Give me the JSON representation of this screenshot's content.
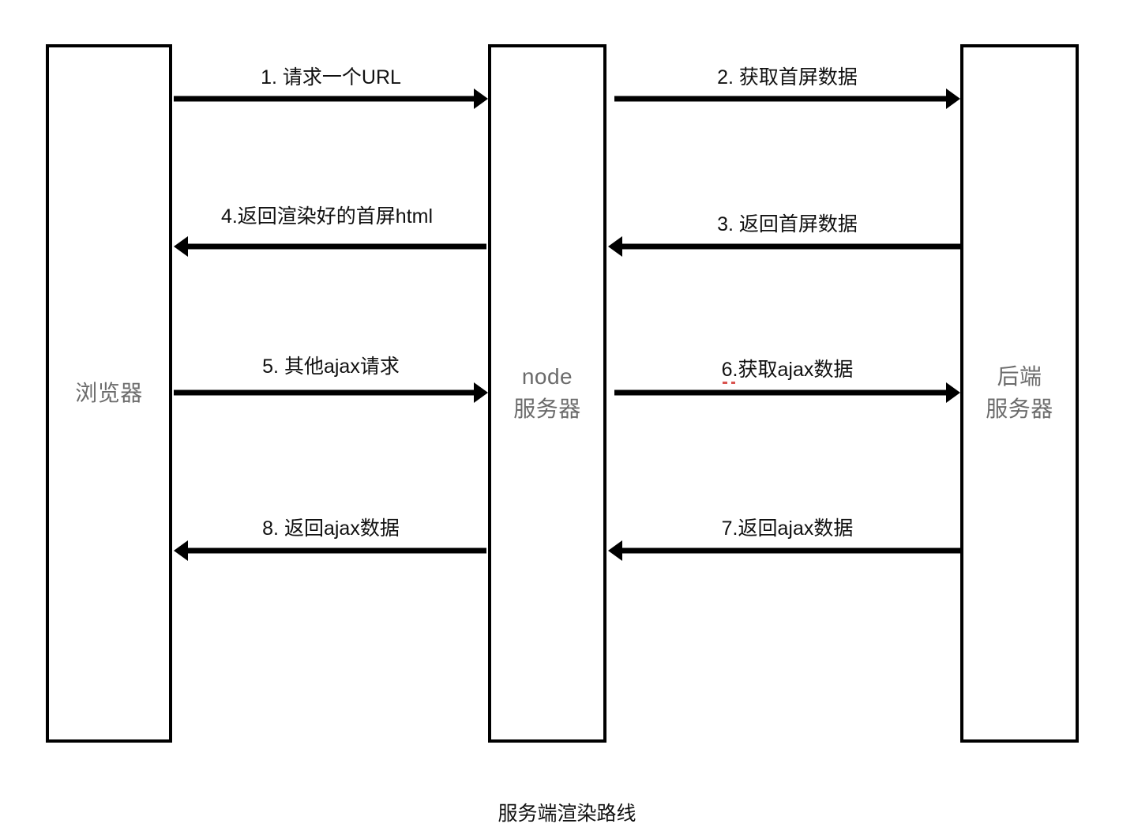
{
  "diagram": {
    "caption": "服务端渲染路线",
    "colors": {
      "stroke": "#000000",
      "box_label": "#6b6b6b",
      "message_label": "#111111",
      "spell_error_underline": "#d9534f",
      "background": "#ffffff"
    },
    "participants": [
      {
        "id": "browser",
        "label": "浏览器"
      },
      {
        "id": "node-server",
        "label": "node\n服务器"
      },
      {
        "id": "backend-server",
        "label": "后端\n服务器"
      }
    ],
    "messages": [
      {
        "seq": "1",
        "label": "1. 请求一个URL",
        "from": "browser",
        "to": "node-server",
        "direction": "right",
        "spell_error": false
      },
      {
        "seq": "2",
        "label": "2. 获取首屏数据",
        "from": "node-server",
        "to": "backend-server",
        "direction": "right",
        "spell_error": false
      },
      {
        "seq": "3",
        "label": "3. 返回首屏数据",
        "from": "backend-server",
        "to": "node-server",
        "direction": "left",
        "spell_error": false
      },
      {
        "seq": "4",
        "label": "4.返回渲染好的首屏html",
        "from": "node-server",
        "to": "browser",
        "direction": "left",
        "spell_error": false
      },
      {
        "seq": "5",
        "label": "5. 其他ajax请求",
        "from": "browser",
        "to": "node-server",
        "direction": "right",
        "spell_error": false
      },
      {
        "seq": "6",
        "label": "6.获取ajax数据",
        "label_error_part": "6.",
        "label_rest_part": "获取ajax数据",
        "from": "node-server",
        "to": "backend-server",
        "direction": "right",
        "spell_error": true
      },
      {
        "seq": "7",
        "label": "7.返回ajax数据",
        "from": "backend-server",
        "to": "node-server",
        "direction": "left",
        "spell_error": false
      },
      {
        "seq": "8",
        "label": "8. 返回ajax数据",
        "from": "node-server",
        "to": "browser",
        "direction": "left",
        "spell_error": false
      }
    ]
  }
}
